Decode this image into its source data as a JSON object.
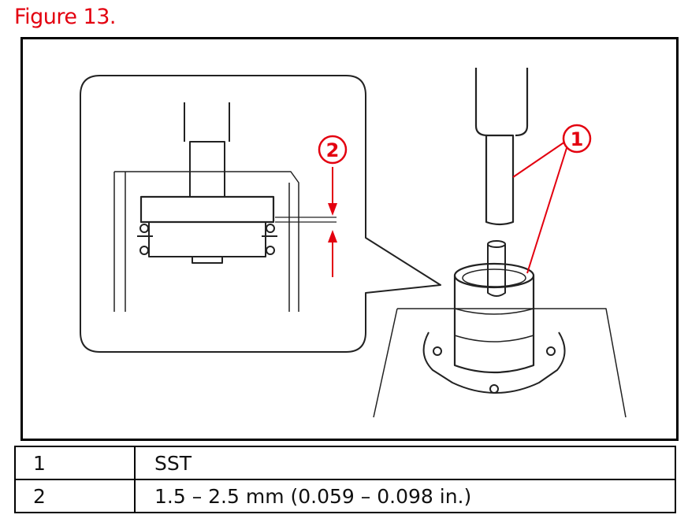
{
  "figure": {
    "title": "Figure 13.",
    "callouts": [
      "1",
      "2"
    ],
    "accent_color": "#e3000f"
  },
  "legend": {
    "rows": [
      {
        "number": "1",
        "description": "SST"
      },
      {
        "number": "2",
        "description": "1.5 – 2.5 mm (0.059 – 0.098 in.)"
      }
    ]
  }
}
